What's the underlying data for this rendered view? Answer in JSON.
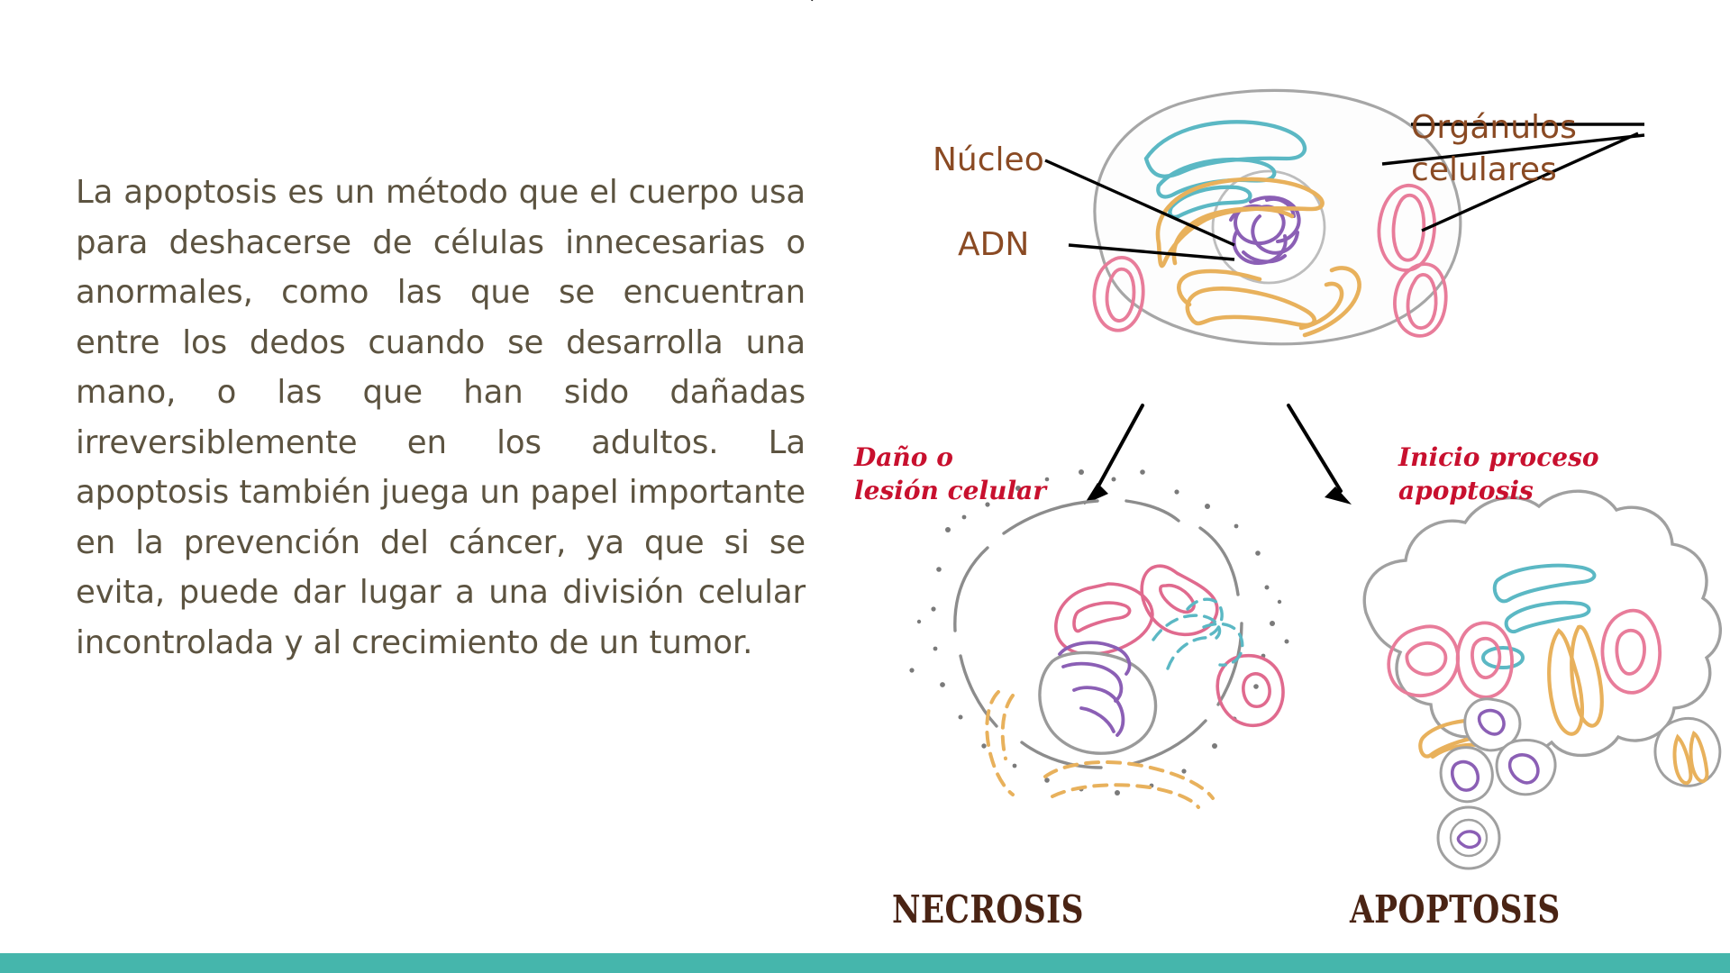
{
  "slide": {
    "background_color": "#ffffff",
    "accent_bar_color": "#45B6AC"
  },
  "body": {
    "text_color": "#5C5340",
    "paragraph": "La apoptosis es un método que el cuerpo usa para deshacerse de células innecesarias o anormales, como las que se encuentran entre los dedos cuando se desarrolla una mano, o las que han sido dañadas irreversiblemente en los adultos. La apoptosis también juega un papel importante en la prevención del cáncer, ya que si se evita, puede dar lugar a una división celular incontrolada y al crecimiento de un tumor."
  },
  "diagram": {
    "labels": {
      "nucleo": "Núcleo",
      "adn": "ADN",
      "organulos": "Orgánulos\ncelulares",
      "label_color": "#8A4A23"
    },
    "annotations": {
      "dano": "Daño o\nlesión celular",
      "inicio": "Inicio proceso\napoptosis",
      "annotation_color": "#C8102E"
    },
    "captions": {
      "necrosis": "NECROSIS",
      "apoptosis": "APOPTOSIS",
      "caption_color": "#4A2414"
    },
    "colors": {
      "membrane": "#A6A6A6",
      "endoplasmic_reticulum": "#5BB8C4",
      "golgi": "#E8B15C",
      "mitochondria": "#E87C9A",
      "dna": "#8B5FB5"
    }
  }
}
